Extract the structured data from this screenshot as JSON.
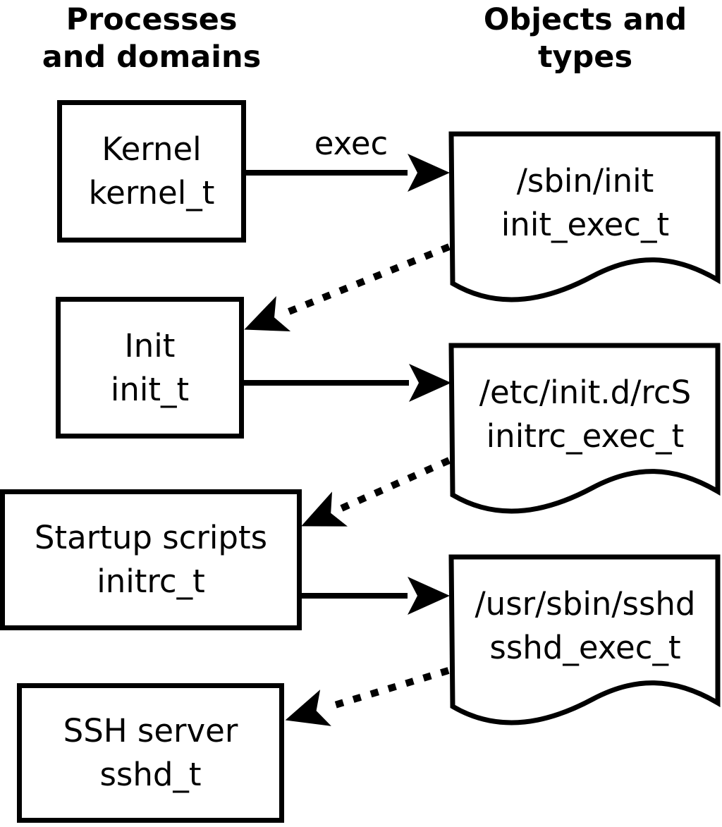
{
  "diagram": {
    "title_left": "Processes\nand domains",
    "title_right": "Objects and\ntypes",
    "exec_label": "exec",
    "processes": [
      {
        "name": "Kernel",
        "type": "kernel_t"
      },
      {
        "name": "Init",
        "type": "init_t"
      },
      {
        "name": "Startup scripts",
        "type": "initrc_t"
      },
      {
        "name": "SSH server",
        "type": "sshd_t"
      }
    ],
    "objects": [
      {
        "path": "/sbin/init",
        "type": "init_exec_t"
      },
      {
        "path": "/etc/init.d/rcS",
        "type": "initrc_exec_t"
      },
      {
        "path": "/usr/sbin/sshd",
        "type": "sshd_exec_t"
      }
    ],
    "colors": {
      "foreground": "#000000",
      "background": "#ffffff"
    }
  }
}
